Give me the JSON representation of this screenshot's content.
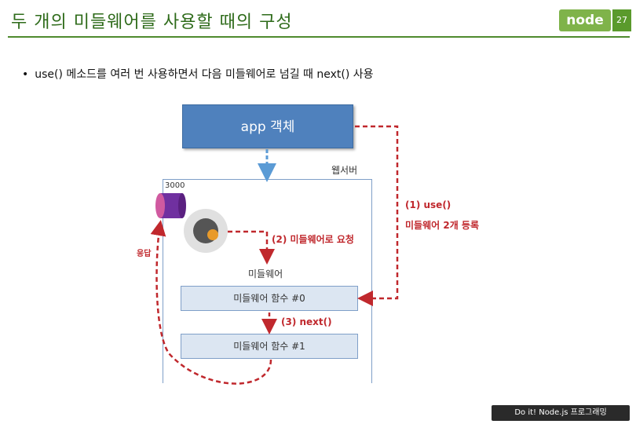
{
  "title": "두 개의 미들웨어를 사용할 때의 구성",
  "logo_text": "node",
  "page_number": "27",
  "bullet": "use() 메소드를 여러 번 사용하면서 다음 미들웨어로 넘길 때 next() 사용",
  "diagram": {
    "app_box": "app 객체",
    "web_server": "웹서버",
    "port": "3000",
    "step1": "(1) use()",
    "register": "미들웨어 2개 등록",
    "step2": "(2) 미들웨어로 요청",
    "response": "응답",
    "middleware": "미들웨어",
    "fn0": "미들웨어 함수 #0",
    "step3": "(3) next()",
    "fn1": "미들웨어 함수 #1"
  },
  "footer": "Do it! Node.js 프로그래밍",
  "colors": {
    "title": "#2e6b1a",
    "accent_green": "#7fb34a",
    "app_blue": "#4f81bd",
    "arrow_red": "#c0282d",
    "fn_fill": "#dce6f2"
  }
}
